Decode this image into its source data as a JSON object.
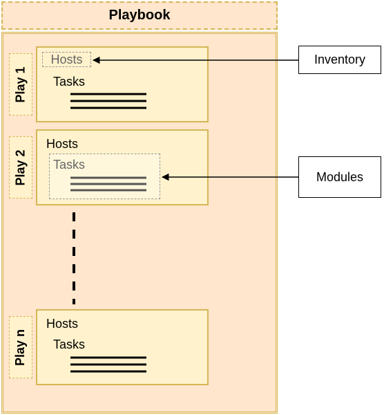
{
  "playbook": {
    "title": "Playbook"
  },
  "plays": [
    {
      "tab": "Play 1",
      "hosts": "Hosts",
      "tasks": "Tasks"
    },
    {
      "tab": "Play 2",
      "hosts": "Hosts",
      "tasks": "Tasks"
    },
    {
      "tab": "Play n",
      "hosts": "Hosts",
      "tasks": "Tasks"
    }
  ],
  "callouts": {
    "inventory": "Inventory",
    "modules": "Modules"
  },
  "colors": {
    "playbook_fill": "#FFE6CC",
    "play_fill": "#FFF2CC",
    "border": "#D6B656"
  }
}
